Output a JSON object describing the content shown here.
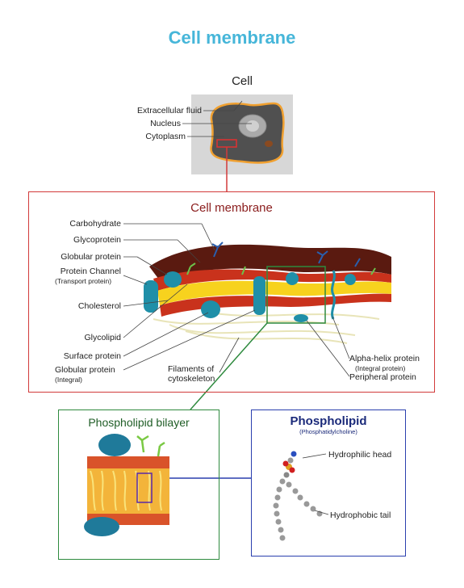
{
  "title": "Cell membrane",
  "cell": {
    "title": "Cell",
    "labels": [
      "Extracellular fluid",
      "Nucleus",
      "Cytoplasm"
    ]
  },
  "membrane": {
    "title": "Cell membrane",
    "left_labels": {
      "carbohydrate": "Carbohydrate",
      "glycoprotein": "Glycoprotein",
      "globular_protein": "Globular protein",
      "protein_channel": "Protein Channel",
      "protein_channel_sub": "(Transport protein)",
      "cholesterol": "Cholesterol",
      "glycolipid": "Glycolipid",
      "surface_protein": "Surface protein",
      "globular_integral": "Globular protein",
      "globular_integral_sub": "(Integral)"
    },
    "bottom_labels": {
      "filaments_1": "Filaments of",
      "filaments_2": "cytoskeleton",
      "alpha_helix": "Alpha-helix protein",
      "alpha_helix_sub": "(Integral protein)",
      "peripheral": "Peripheral protein"
    }
  },
  "bilayer": {
    "title": "Phospholipid bilayer"
  },
  "phospholipid": {
    "title": "Phospholipid",
    "subtitle": "(Phosphatidylcholine)",
    "head_label": "Hydrophilic head",
    "tail_label": "Hydrophobic tail"
  },
  "colors": {
    "title": "#46b6d9",
    "membrane_box": "#d23a3a",
    "bilayer_box": "#2e8a3e",
    "phospholipid_box": "#2a3fae",
    "protein": "#1f8fa8",
    "membrane_yellow": "#f7d21e",
    "membrane_red": "#c9321c"
  }
}
